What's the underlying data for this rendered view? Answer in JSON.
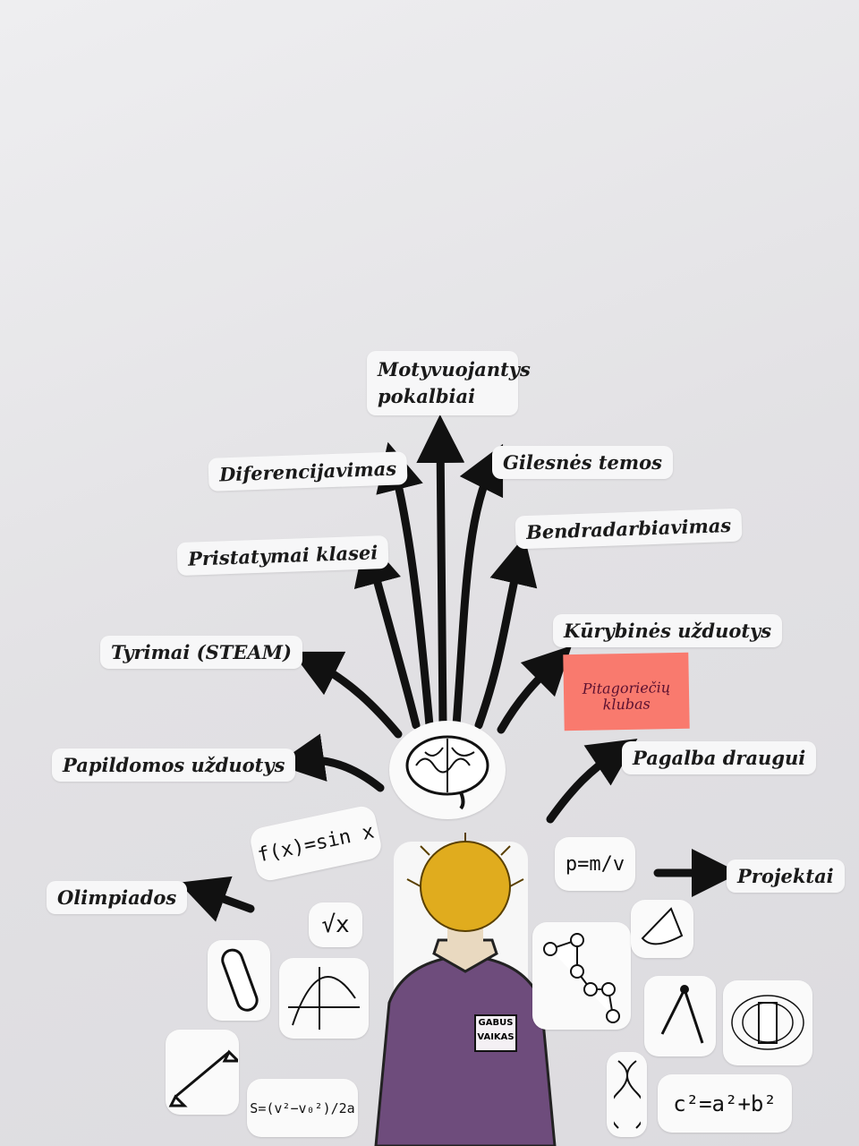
{
  "labels": {
    "motyvuojantys": "Motyvuojantys pokalbiai",
    "diferencijavimas": "Diferencijavimas",
    "gilesnes": "Gilesnės temos",
    "pristatymai": "Pristatymai klasei",
    "bendradarbiavimas": "Bendradarbiavimas",
    "tyrimai": "Tyrimai (STEAM)",
    "kurybines": "Kūrybinės užduotys",
    "papildomos": "Papildomos užduotys",
    "pagalba": "Pagalba draugui",
    "olimpiados": "Olimpiados",
    "projektai": "Projektai"
  },
  "sticky_note": "Pitagoriečių klubas",
  "badge": "GABUS VAIKAS",
  "formulas": {
    "sin": "f(x)=sin x",
    "sqrt": "√x",
    "density": "p=m/v",
    "distance": "S=(v²−v₀²)/2a",
    "pythagoras": "c²=a²+b²"
  },
  "colors": {
    "shirt": "#6e4c7c",
    "hair": "#e0ac1e",
    "sticky": "#f97a6e"
  }
}
